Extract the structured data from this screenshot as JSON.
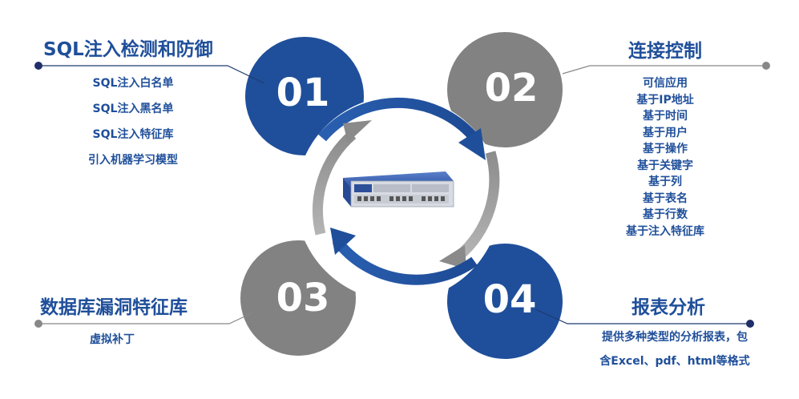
{
  "sections": [
    {
      "num": "01",
      "title": "SQL注入检测和防御",
      "items": [
        "SQL注入白名单",
        "SQL注入黑名单",
        "SQL注入特征库",
        "引入机器学习模型"
      ]
    },
    {
      "num": "02",
      "title": "连接控制",
      "items": [
        "可信应用",
        "基于IP地址",
        "基于时间",
        "基于用户",
        "基于操作",
        "基于关键字",
        "基于列",
        "基于表名",
        "基于行数",
        "基于注入特征库"
      ]
    },
    {
      "num": "03",
      "title": "数据库漏洞特征库",
      "items": [
        "虚拟补丁"
      ]
    },
    {
      "num": "04",
      "title": "报表分析",
      "items": [
        "提供多种类型的分析报表，包",
        "含Excel、pdf、html等格式"
      ]
    }
  ],
  "colors": {
    "blue": "#1f4f9a",
    "gray": "#828282",
    "line": "#1f3a70",
    "dot": "#1f2f6a"
  }
}
